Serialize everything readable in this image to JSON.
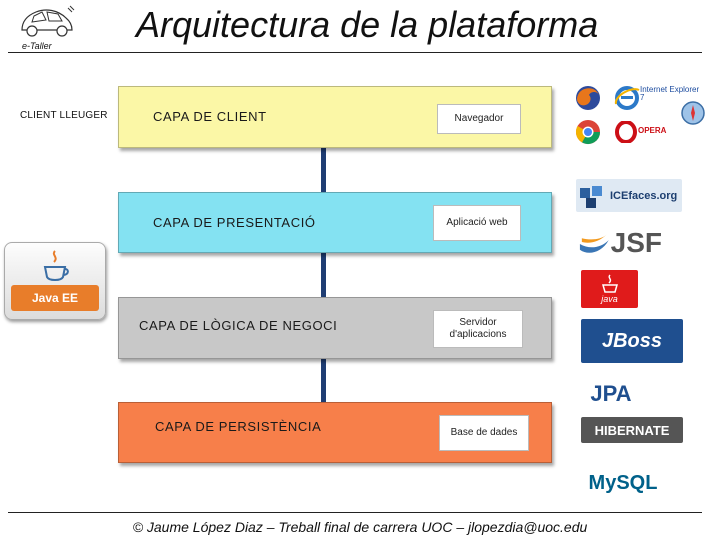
{
  "title": "Arquitectura de la plataforma",
  "logo": {
    "text": "e-Taller"
  },
  "side_label": "CLIENT LLEUGER",
  "layers": [
    {
      "name": "CAPA DE CLIENT",
      "tech": "Navegador",
      "color": "#fbf7a6"
    },
    {
      "name": "CAPA DE PRESENTACIÓ",
      "tech": "Aplicació web",
      "color": "#84e2f2"
    },
    {
      "name": "CAPA DE LÒGICA DE NEGOCI",
      "tech": "Servidor d'aplicacions",
      "color": "#c8c8c8"
    },
    {
      "name": "CAPA DE PERSISTÈNCIA",
      "tech": "Base de dades",
      "color": "#f77f4a"
    }
  ],
  "java_ee": {
    "label": "Java EE"
  },
  "browsers": [
    {
      "icon": "firefox-icon",
      "label": ""
    },
    {
      "icon": "internet-explorer-icon",
      "label": "Internet Explorer 7"
    },
    {
      "icon": "safari-icon",
      "label": ""
    },
    {
      "icon": "chrome-icon",
      "label": ""
    },
    {
      "icon": "opera-icon",
      "label": "OPERA"
    }
  ],
  "tech_logos": {
    "icefaces": "ICEfaces.org",
    "jsf": "JSF",
    "java": "java",
    "jboss": "JBoss",
    "jpa": "JPA",
    "hibernate": "HIBERNATE",
    "mysql": "MySQL"
  },
  "footer": "© Jaume López Diaz – Treball final de carrera UOC – jlopezdia@uoc.edu"
}
